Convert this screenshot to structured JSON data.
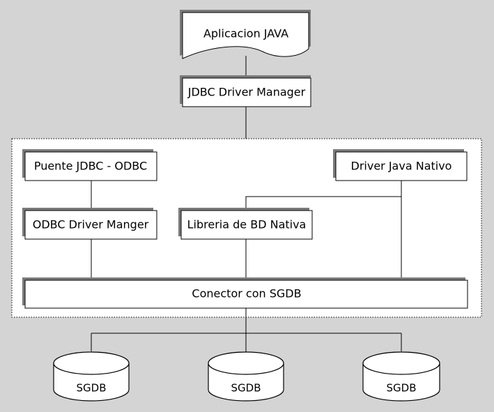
{
  "diagram": {
    "colors": {
      "background": "#d4d4d4",
      "box_fill": "#ffffff",
      "shadow": "#7a7a7a",
      "line": "#000000"
    },
    "app": "Aplicacion JAVA",
    "manager": "JDBC Driver Manager",
    "bridge": "Puente JDBC - ODBC",
    "native_driver": "Driver Java Nativo",
    "odbc_manager": "ODBC Driver Manger",
    "native_library": "Libreria de BD Nativa",
    "connector": "Conector con SGDB",
    "databases": [
      "SGDB",
      "SGDB",
      "SGDB"
    ]
  }
}
